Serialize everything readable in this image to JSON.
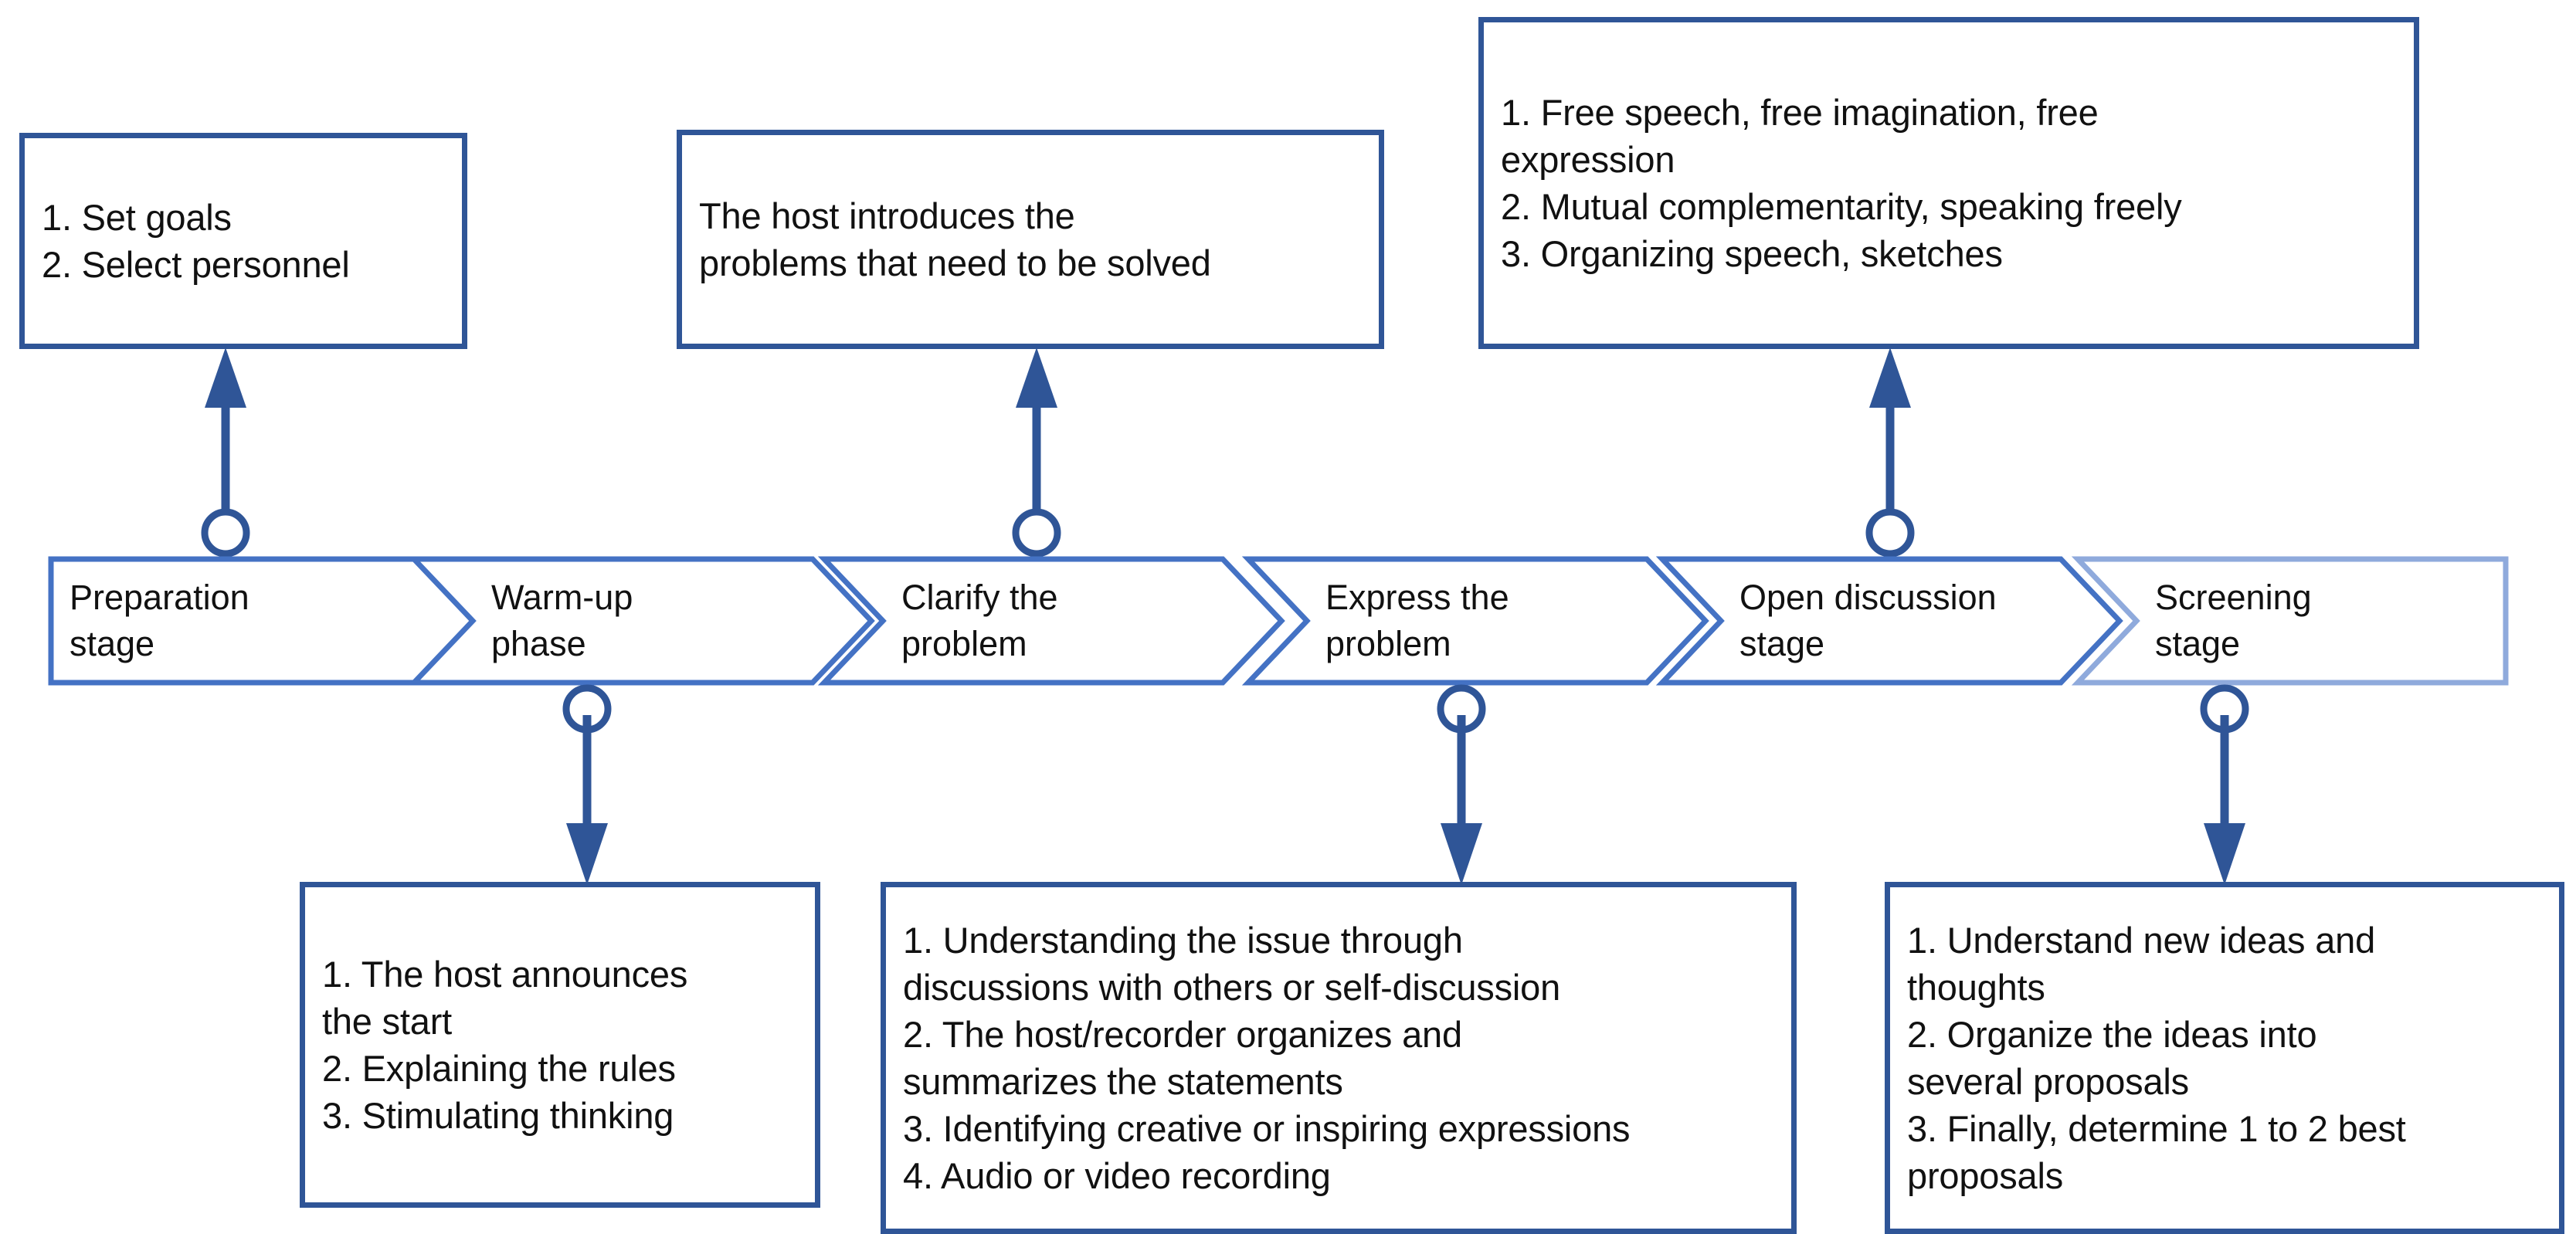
{
  "diagram": {
    "title": "Brainstorming process stages",
    "colors": {
      "box_border": "#2f5597",
      "chevron_stroke": "#4472c4",
      "chevron_fill": "#ffffff",
      "connector": "#2f5597",
      "text": "#111111",
      "background": "#ffffff"
    },
    "process_steps": [
      {
        "id": "preparation",
        "label_lines": [
          "Preparation",
          "stage"
        ]
      },
      {
        "id": "warmup",
        "label_lines": [
          "Warm-up",
          "phase"
        ]
      },
      {
        "id": "clarify",
        "label_lines": [
          "Clarify the",
          "problem"
        ]
      },
      {
        "id": "express",
        "label_lines": [
          "Express the",
          "problem"
        ]
      },
      {
        "id": "open-discussion",
        "label_lines": [
          "Open discussion",
          "stage"
        ]
      },
      {
        "id": "screening",
        "label_lines": [
          "Screening",
          "stage"
        ]
      }
    ],
    "notes_above": [
      {
        "id": "preparation-note",
        "attached_to": "preparation",
        "lines": [
          "1. Set goals",
          "2. Select personnel"
        ]
      },
      {
        "id": "clarify-note",
        "attached_to": "clarify",
        "lines": [
          "The host introduces the",
          "problems that need to be solved"
        ]
      },
      {
        "id": "open-discussion-note",
        "attached_to": "open-discussion",
        "lines": [
          "1. Free speech, free imagination, free",
          "expression",
          "2. Mutual complementarity, speaking freely",
          "3. Organizing speech, sketches"
        ]
      }
    ],
    "notes_below": [
      {
        "id": "warmup-note",
        "attached_to": "warmup",
        "lines": [
          "1. The host announces",
          "the start",
          "2. Explaining the rules",
          "3. Stimulating thinking"
        ]
      },
      {
        "id": "express-note",
        "attached_to": "express",
        "lines": [
          "1. Understanding the issue through",
          "discussions with others or self-discussion",
          "2. The host/recorder organizes and",
          "summarizes the statements",
          "3. Identifying creative or inspiring expressions",
          "4. Audio or video recording"
        ]
      },
      {
        "id": "screening-note",
        "attached_to": "screening",
        "lines": [
          "1. Understand new ideas and",
          "thoughts",
          "2. Organize the ideas into",
          "several proposals",
          "3. Finally, determine 1 to 2 best",
          "proposals"
        ]
      }
    ],
    "connectors": [
      {
        "id": "connector-preparation-up",
        "direction": "up",
        "from": "preparation",
        "to": "preparation-note",
        "marker_start": "circle",
        "marker_end": "arrow"
      },
      {
        "id": "connector-clarify-up",
        "direction": "up",
        "from": "clarify",
        "to": "clarify-note",
        "marker_start": "circle",
        "marker_end": "arrow"
      },
      {
        "id": "connector-open-discussion-up",
        "direction": "up",
        "from": "open-discussion",
        "to": "open-discussion-note",
        "marker_start": "circle",
        "marker_end": "arrow"
      },
      {
        "id": "connector-warmup-down",
        "direction": "down",
        "from": "warmup",
        "to": "warmup-note",
        "marker_start": "circle",
        "marker_end": "arrow"
      },
      {
        "id": "connector-express-down",
        "direction": "down",
        "from": "express",
        "to": "express-note",
        "marker_start": "circle",
        "marker_end": "arrow"
      },
      {
        "id": "connector-screening-down",
        "direction": "down",
        "from": "screening",
        "to": "screening-note",
        "marker_start": "circle",
        "marker_end": "arrow"
      }
    ]
  }
}
